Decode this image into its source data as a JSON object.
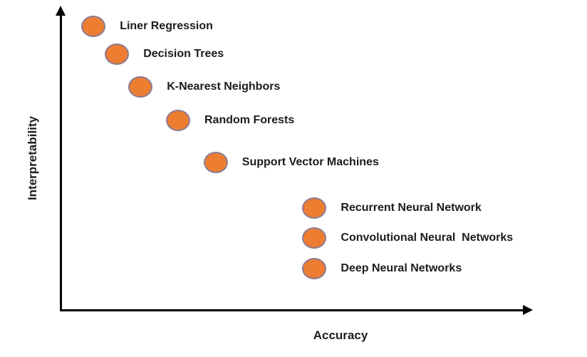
{
  "chart_data": {
    "type": "scatter",
    "title": "",
    "xlabel": "Accuracy",
    "ylabel": "Interpretability",
    "xlim": [
      0,
      1
    ],
    "ylim": [
      0,
      1
    ],
    "grid": false,
    "legend": false,
    "axis_color": "#000000",
    "text_color": "#1c1c1c",
    "marker_style": {
      "shape": "ellipse",
      "fill": "#ed7d31",
      "stroke": "#8d7b92"
    },
    "points": [
      {
        "label": "Liner Regression",
        "x": 0.07,
        "y": 0.94
      },
      {
        "label": "Decision Trees",
        "x": 0.12,
        "y": 0.85
      },
      {
        "label": "K-Nearest Neighbors",
        "x": 0.17,
        "y": 0.74
      },
      {
        "label": "Random Forests",
        "x": 0.25,
        "y": 0.63
      },
      {
        "label": "Support Vector Machines",
        "x": 0.33,
        "y": 0.49
      },
      {
        "label": "Recurrent Neural Network",
        "x": 0.54,
        "y": 0.34
      },
      {
        "label": "Convolutional Neural  Networks",
        "x": 0.54,
        "y": 0.24
      },
      {
        "label": "Deep Neural Networks",
        "x": 0.54,
        "y": 0.14
      }
    ]
  }
}
